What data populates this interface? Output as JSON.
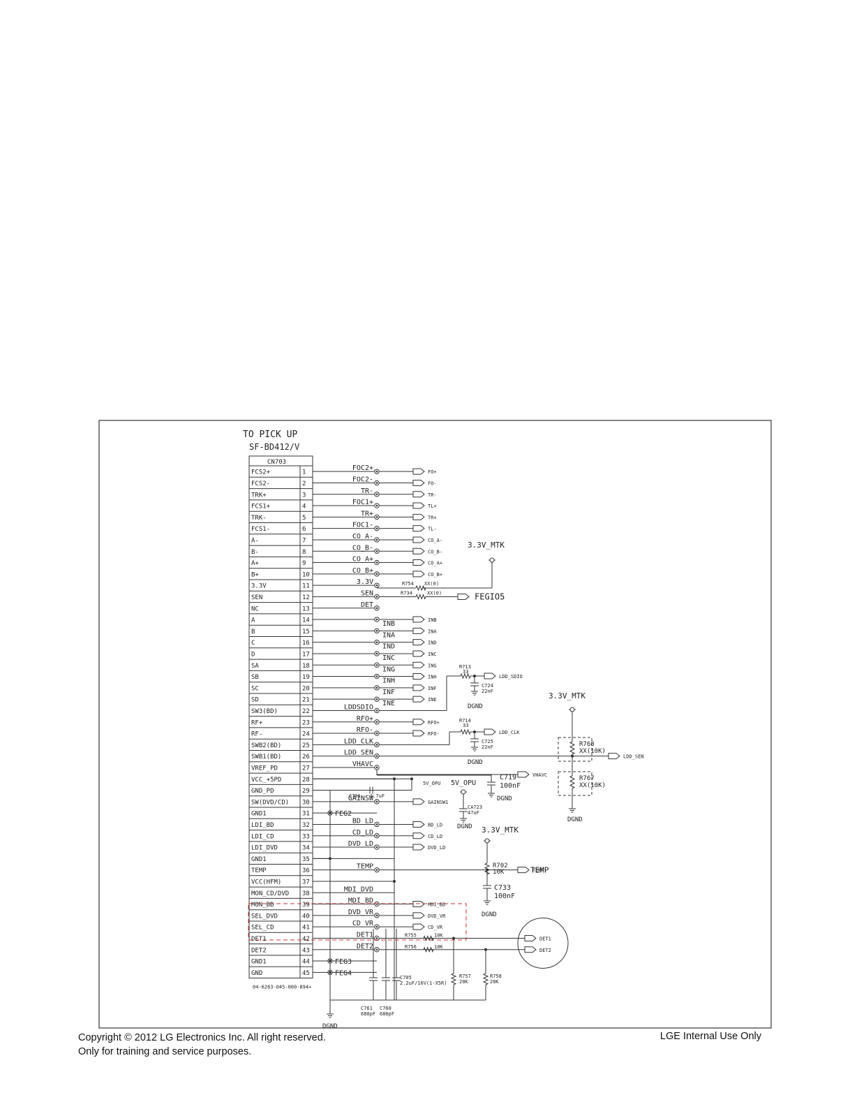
{
  "heading": [
    "TO PICK UP",
    "SF-BD412/V"
  ],
  "connector": {
    "name": "CN703",
    "part_number": "04-6263-045-000-894+",
    "pins": [
      {
        "n": "1",
        "name": "FCS2+",
        "net": "FOC2+"
      },
      {
        "n": "2",
        "name": "FCS2-",
        "net": "FOC2-"
      },
      {
        "n": "3",
        "name": "TRK+",
        "net": "TR-"
      },
      {
        "n": "4",
        "name": "FCS1+",
        "net": "FOC1+"
      },
      {
        "n": "5",
        "name": "TRK-",
        "net": "TR+"
      },
      {
        "n": "6",
        "name": "FCS1-",
        "net": "FOC1-"
      },
      {
        "n": "7",
        "name": "A-",
        "net": "CO_A-"
      },
      {
        "n": "8",
        "name": "B-",
        "net": "CO_B-"
      },
      {
        "n": "9",
        "name": "A+",
        "net": "CO_A+"
      },
      {
        "n": "10",
        "name": "B+",
        "net": "CO_B+"
      },
      {
        "n": "11",
        "name": "3.3V",
        "net": "3.3V"
      },
      {
        "n": "12",
        "name": "SEN",
        "net": "SEN"
      },
      {
        "n": "13",
        "name": "NC",
        "net": "DET"
      },
      {
        "n": "14",
        "name": "A",
        "net": "INB"
      },
      {
        "n": "15",
        "name": "B",
        "net": "INA"
      },
      {
        "n": "16",
        "name": "C",
        "net": "IND"
      },
      {
        "n": "17",
        "name": "D",
        "net": "INC"
      },
      {
        "n": "18",
        "name": "SA",
        "net": "ING"
      },
      {
        "n": "19",
        "name": "SB",
        "net": "INH"
      },
      {
        "n": "20",
        "name": "SC",
        "net": "INF"
      },
      {
        "n": "21",
        "name": "SD",
        "net": "INE"
      },
      {
        "n": "22",
        "name": "SW3(BD)",
        "net": "LDDSDIO"
      },
      {
        "n": "23",
        "name": "RF+",
        "net": "RFO+"
      },
      {
        "n": "24",
        "name": "RF-",
        "net": "RFO-"
      },
      {
        "n": "25",
        "name": "SWB2(BD)",
        "net": "LDD_CLK"
      },
      {
        "n": "26",
        "name": "SWB1(BD)",
        "net": "LDD_SEN"
      },
      {
        "n": "27",
        "name": "VREF_PD",
        "net": "VHAVC"
      },
      {
        "n": "28",
        "name": "VCC_+5PD",
        "net": ""
      },
      {
        "n": "29",
        "name": "GND_PD",
        "net": ""
      },
      {
        "n": "30",
        "name": "SW(DVD/CD)",
        "net": "GAINSW"
      },
      {
        "n": "31",
        "name": "GND1",
        "net": "FEG2"
      },
      {
        "n": "32",
        "name": "LDI_BD",
        "net": "BD_LD"
      },
      {
        "n": "33",
        "name": "LDI_CD",
        "net": "CD_LD"
      },
      {
        "n": "34",
        "name": "LDI_DVD",
        "net": "DVD_LD"
      },
      {
        "n": "35",
        "name": "GND1",
        "net": ""
      },
      {
        "n": "36",
        "name": "TEMP",
        "net": "TEMP"
      },
      {
        "n": "37",
        "name": "VCC(HFM)",
        "net": ""
      },
      {
        "n": "38",
        "name": "MON_CD/DVD",
        "net": "MDI_DVD"
      },
      {
        "n": "39",
        "name": "MON_BD",
        "net": "MDI_BD"
      },
      {
        "n": "40",
        "name": "SEL_DVD",
        "net": "DVD_VR"
      },
      {
        "n": "41",
        "name": "SEL_CD",
        "net": "CD_VR"
      },
      {
        "n": "42",
        "name": "DET1",
        "net": "DET1"
      },
      {
        "n": "43",
        "name": "DET2",
        "net": "DET2"
      },
      {
        "n": "44",
        "name": "GND1",
        "net": "FEG3"
      },
      {
        "n": "45",
        "name": "GND",
        "net": "FEG4"
      }
    ]
  },
  "ports": [
    "FO+",
    "FO-",
    "TR-",
    "TL+",
    "TR+",
    "TL-",
    "CO_A-",
    "CO_B-",
    "CO_A+",
    "CO_B+",
    "INB",
    "INA",
    "IND",
    "INC",
    "ING",
    "INH",
    "INF",
    "INE",
    "RFO+",
    "RFO-",
    "GAINSW1",
    "BD_LD",
    "CD_LD",
    "DVD_LD",
    "MDI_BD",
    "DVD_VR",
    "CD_VR"
  ],
  "components": {
    "r754": {
      "ref": "R754",
      "val": "XX(0)"
    },
    "r734": {
      "ref": "R734",
      "val": "XX(0)"
    },
    "fegio5": "FEGIO5",
    "r713": {
      "ref": "R713",
      "val": "33"
    },
    "ldd_sdio": "LDD_SDIO",
    "c724": {
      "ref": "C724",
      "val": "22nF"
    },
    "r714": {
      "ref": "R714",
      "val": "33"
    },
    "ldd_clk": "LDD_CLK",
    "c725": {
      "ref": "C725",
      "val": "22nF"
    },
    "r768": {
      "ref": "R768",
      "val": "XX(10K)"
    },
    "r767": {
      "ref": "R767",
      "val": "XX(10K)"
    },
    "ldd_sen": "LDD_SEN",
    "vhavc": "VHAVC",
    "c719": {
      "ref": "C719",
      "val": "100nF"
    },
    "c701": {
      "ref": "C701",
      "val": "4.7uF"
    },
    "ca723": {
      "ref": "CA723",
      "val": "47uF"
    },
    "r702": {
      "ref": "R702",
      "val": "10K"
    },
    "c733": {
      "ref": "C733",
      "val": "100nF"
    },
    "temp": "TEMP",
    "r755": {
      "ref": "R755",
      "val": "10K"
    },
    "r756": {
      "ref": "R756",
      "val": "10K"
    },
    "r757": {
      "ref": "R757",
      "val": "20K"
    },
    "r758": {
      "ref": "R758",
      "val": "20K"
    },
    "c705": {
      "ref": "C705",
      "val": "2.2uF/16V(1-X5R)"
    },
    "c761": {
      "ref": "C761",
      "val": "680pF"
    },
    "c760": {
      "ref": "C760",
      "val": "680pF"
    },
    "det1": "DET1",
    "det2": "DET2"
  },
  "rails": {
    "v33_a": "3.3V_MTK",
    "v33_b": "3.3V_MTK",
    "v33_c": "3.3V_MTK",
    "v5_a": "5V_OPU",
    "v5_b": "5V_OPU"
  },
  "grounds": {
    "dgnd": "DGND"
  },
  "footer": {
    "copyright": "Copyright © 2012 LG Electronics Inc. All right reserved.",
    "purpose": "Only for training and service purposes.",
    "notice": "LGE Internal Use Only"
  }
}
